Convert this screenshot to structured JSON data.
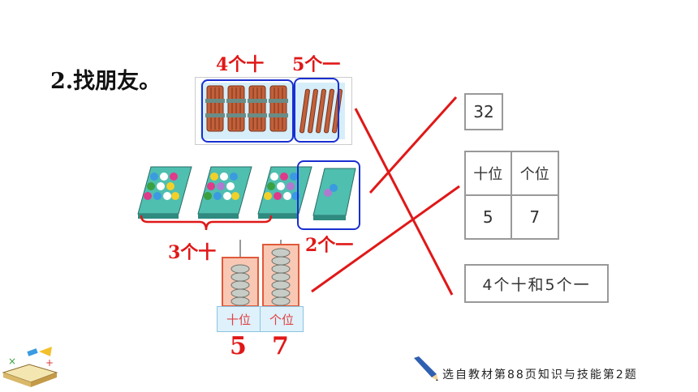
{
  "title": "2.找朋友。",
  "labels": {
    "four_tens": "4个十",
    "five_ones": "5个一",
    "three_tens": "3个十",
    "two_ones": "2个一"
  },
  "answers": {
    "box_32": "32",
    "table_header_tens": "十位",
    "table_header_ones": "个位",
    "table_tens_value": "5",
    "table_ones_value": "7",
    "words": "4个十和5个一"
  },
  "abacus": {
    "tens_label": "十位",
    "ones_label": "个位",
    "tens_digit": "5",
    "ones_digit": "7"
  },
  "footer": "选自教材第88页知识与技能第2题",
  "colors": {
    "red": "#e01818",
    "blue_frame": "#1a2fd0",
    "tray": "#4fbfb0"
  }
}
